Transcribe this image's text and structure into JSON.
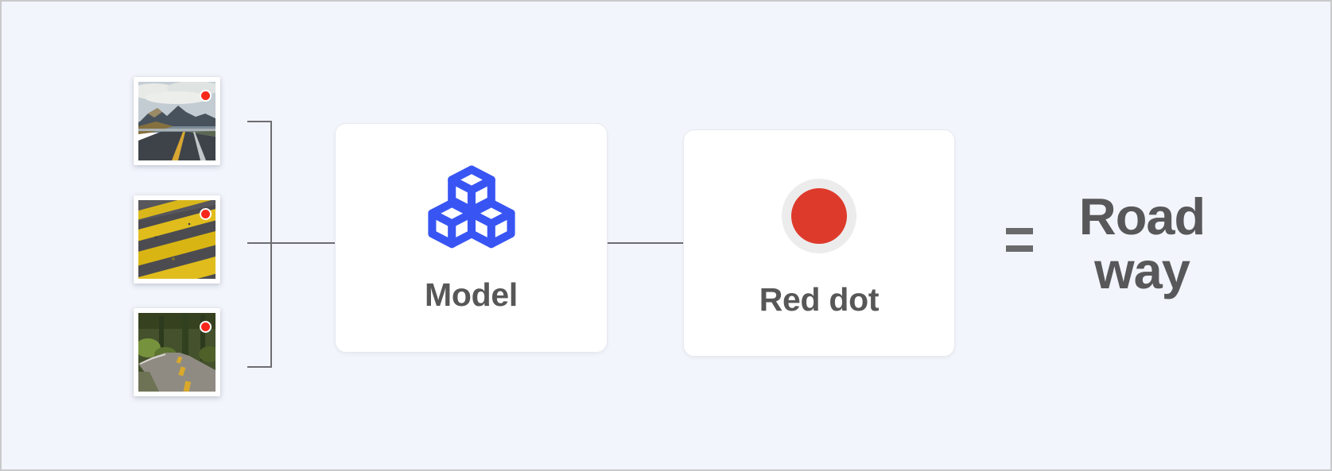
{
  "diagram": {
    "inputs": {
      "items": [
        {
          "photo": "mountain-road-photo",
          "marker": "red-dot-marker"
        },
        {
          "photo": "pedestrian-crossing-photo",
          "marker": "red-dot-marker"
        },
        {
          "photo": "winding-forest-road-photo",
          "marker": "red-dot-marker"
        }
      ]
    },
    "model_card": {
      "label": "Model",
      "icon": "cubes-icon"
    },
    "output_card": {
      "label": "Red dot",
      "icon": "red-circle"
    },
    "equation": {
      "equals_symbol": "=",
      "result_label": "Road way"
    }
  },
  "colors": {
    "background": "#f2f5fb",
    "frame_border": "#c9c9cb",
    "card_background": "#ffffff",
    "connector_gray": "#6d6d72",
    "cube_blue": "#3855f4",
    "big_dot_red": "#de3a2b",
    "big_dot_ring": "#ececec",
    "marker_red": "#f8271c",
    "label_gray": "#575757",
    "result_gray": "#58585a"
  }
}
